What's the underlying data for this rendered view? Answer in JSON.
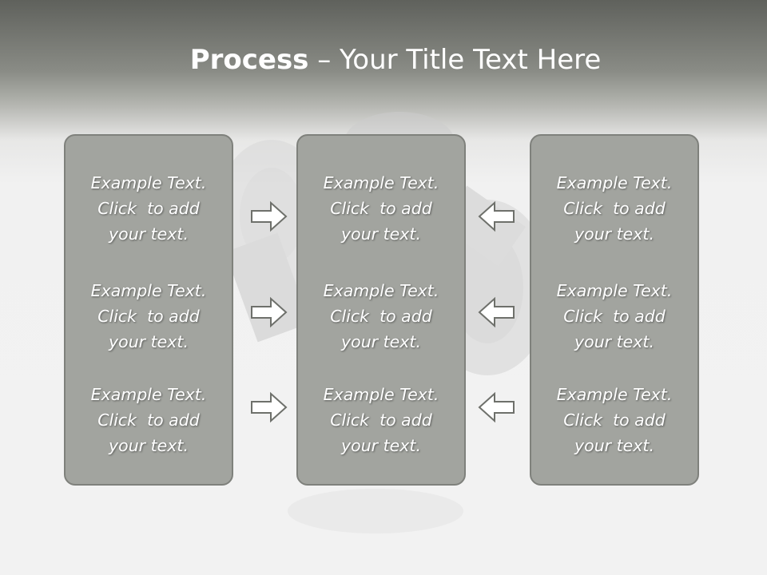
{
  "title": {
    "bold": "Process",
    "rest": " – Your Title Text Here"
  },
  "panels": [
    {
      "blocks": [
        {
          "l1": "Example Text.",
          "l2": "Click  to add",
          "l3": "your text."
        },
        {
          "l1": "Example Text.",
          "l2": "Click  to add",
          "l3": "your text."
        },
        {
          "l1": "Example Text.",
          "l2": "Click  to add",
          "l3": "your text."
        }
      ]
    },
    {
      "blocks": [
        {
          "l1": "Example Text.",
          "l2": "Click  to add",
          "l3": "your text."
        },
        {
          "l1": "Example Text.",
          "l2": "Click  to add",
          "l3": "your text."
        },
        {
          "l1": "Example Text.",
          "l2": "Click  to add",
          "l3": "your text."
        }
      ]
    },
    {
      "blocks": [
        {
          "l1": "Example Text.",
          "l2": "Click  to add",
          "l3": "your text."
        },
        {
          "l1": "Example Text.",
          "l2": "Click  to add",
          "l3": "your text."
        },
        {
          "l1": "Example Text.",
          "l2": "Click  to add",
          "l3": "your text."
        }
      ]
    }
  ],
  "arrows": {
    "left_group": [
      "arrow-right-icon",
      "arrow-right-icon",
      "arrow-right-icon"
    ],
    "right_group": [
      "arrow-left-icon",
      "arrow-left-icon",
      "arrow-left-icon"
    ]
  },
  "colors": {
    "panel_fill": "#a2a49f",
    "panel_border": "#7f817c",
    "header_band": "#5f615c",
    "text": "#ffffff"
  }
}
